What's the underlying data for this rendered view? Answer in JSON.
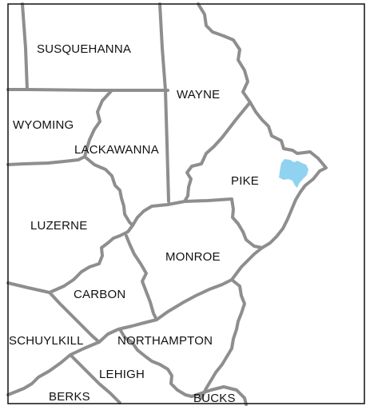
{
  "map": {
    "counties": [
      {
        "id": "susquehanna",
        "label": "SUSQUEHANNA"
      },
      {
        "id": "wayne",
        "label": "WAYNE"
      },
      {
        "id": "wyoming",
        "label": "WYOMING"
      },
      {
        "id": "lackawanna",
        "label": "LACKAWANNA"
      },
      {
        "id": "pike",
        "label": "PIKE"
      },
      {
        "id": "luzerne",
        "label": "LUZERNE"
      },
      {
        "id": "monroe",
        "label": "MONROE"
      },
      {
        "id": "carbon",
        "label": "CARBON"
      },
      {
        "id": "schuylkill",
        "label": "SCHUYLKILL"
      },
      {
        "id": "northampton",
        "label": "NORTHAMPTON"
      },
      {
        "id": "lehigh",
        "label": "LEHIGH"
      },
      {
        "id": "berks",
        "label": "BERKS"
      },
      {
        "id": "bucks",
        "label": "BUCKS"
      }
    ],
    "colors": {
      "background": "#ffffff",
      "county_border": "#8e8e8e",
      "frame": "#111111",
      "highlight_water": "#8fd3f0",
      "label_text": "#111111"
    },
    "highlight": {
      "county": "pike",
      "feature": "water-body"
    }
  }
}
